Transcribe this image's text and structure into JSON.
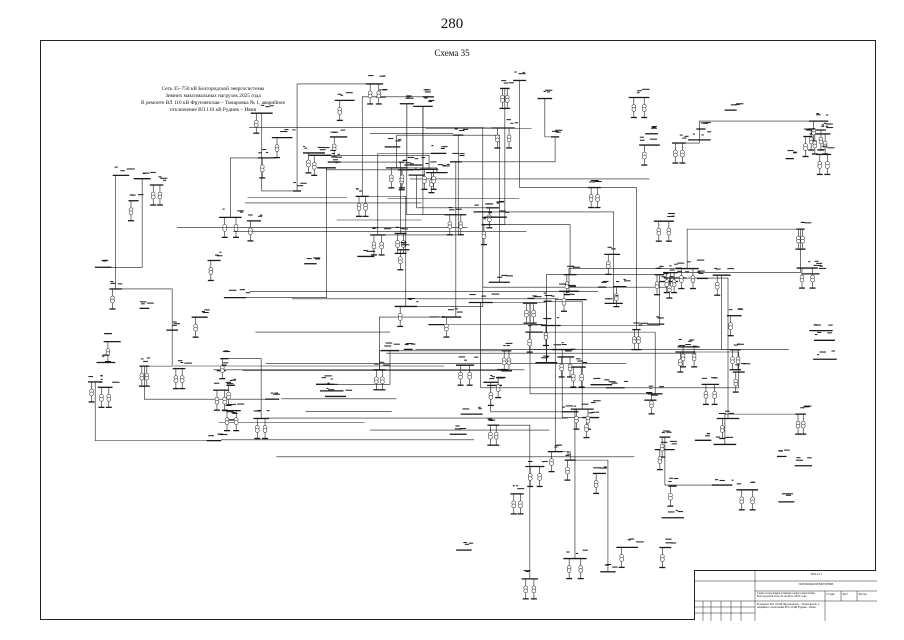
{
  "page_number": "280",
  "scheme_label": "Схема 35",
  "title_lines": [
    "Сеть 35–750 кВ Белгородской энергосистемы",
    "Зимних максимальных нагрузок 2025 года",
    "В ремонте ВЛ 110 кВ Фрунзенская – Томаровка № 1, аварийное",
    "отключение ВЛ 110 кВ Рудник – Ивня"
  ],
  "title_block": {
    "code": "ЭПП.0.15",
    "subtitle": "ПОТОКОРАСПРЕДЕЛЕНИЕ",
    "description": "Схема и программа развития электроэнергетики Белгородской области на 2021–2025 годы",
    "scheme_caption": "В ремонте ВЛ 110 кВ Фрунзенская – Томаровка № 1, аварийное отключение ВЛ 110 кВ Рудник – Ивня",
    "stage_header": "Стадия",
    "sheet_header": "Лист",
    "sheets_header": "Листов"
  },
  "colors": {
    "ink": "#1a1a1a",
    "paper": "#ffffff"
  }
}
